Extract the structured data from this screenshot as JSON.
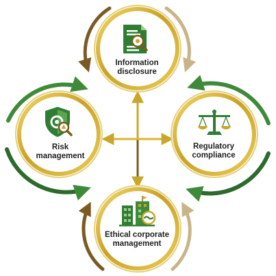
{
  "nodes": {
    "top": {
      "line1": "Information",
      "line2": "disclosure",
      "icon": "document-search-icon"
    },
    "left": {
      "line1": "Risk",
      "line2": "management",
      "icon": "shield-gear-icon"
    },
    "right": {
      "line1": "Regulatory",
      "line2": "compliance",
      "icon": "scales-of-justice-icon"
    },
    "bottom": {
      "line1": "Ethical corporate",
      "line2": "management",
      "icon": "buildings-handshake-icon"
    }
  },
  "colors": {
    "gold": "#d8b632",
    "gold_light": "#f3dc72",
    "gold_arrow": "#c7a82c",
    "brown": "#7a5a22",
    "tan": "#c9b48a",
    "green": "#3f8a3a",
    "green_dark": "#2d6a2c",
    "icon_green": "#2f7d32"
  }
}
